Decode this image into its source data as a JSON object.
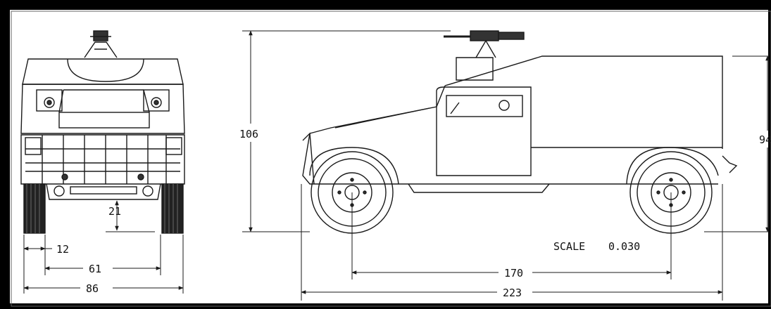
{
  "drawing": {
    "scale_label": "SCALE",
    "scale_value": "0.030"
  },
  "front_view": {
    "dim_ground_clearance": "21",
    "dim_tire_width": "12",
    "dim_track_width": "61",
    "dim_overall_width": "86"
  },
  "side_view": {
    "dim_overall_height": "106",
    "dim_body_height": "94",
    "dim_wheelbase": "170",
    "dim_overall_length": "223"
  },
  "colors": {
    "border": "#000000",
    "paper": "#ffffff",
    "line": "#1a1a1a"
  }
}
